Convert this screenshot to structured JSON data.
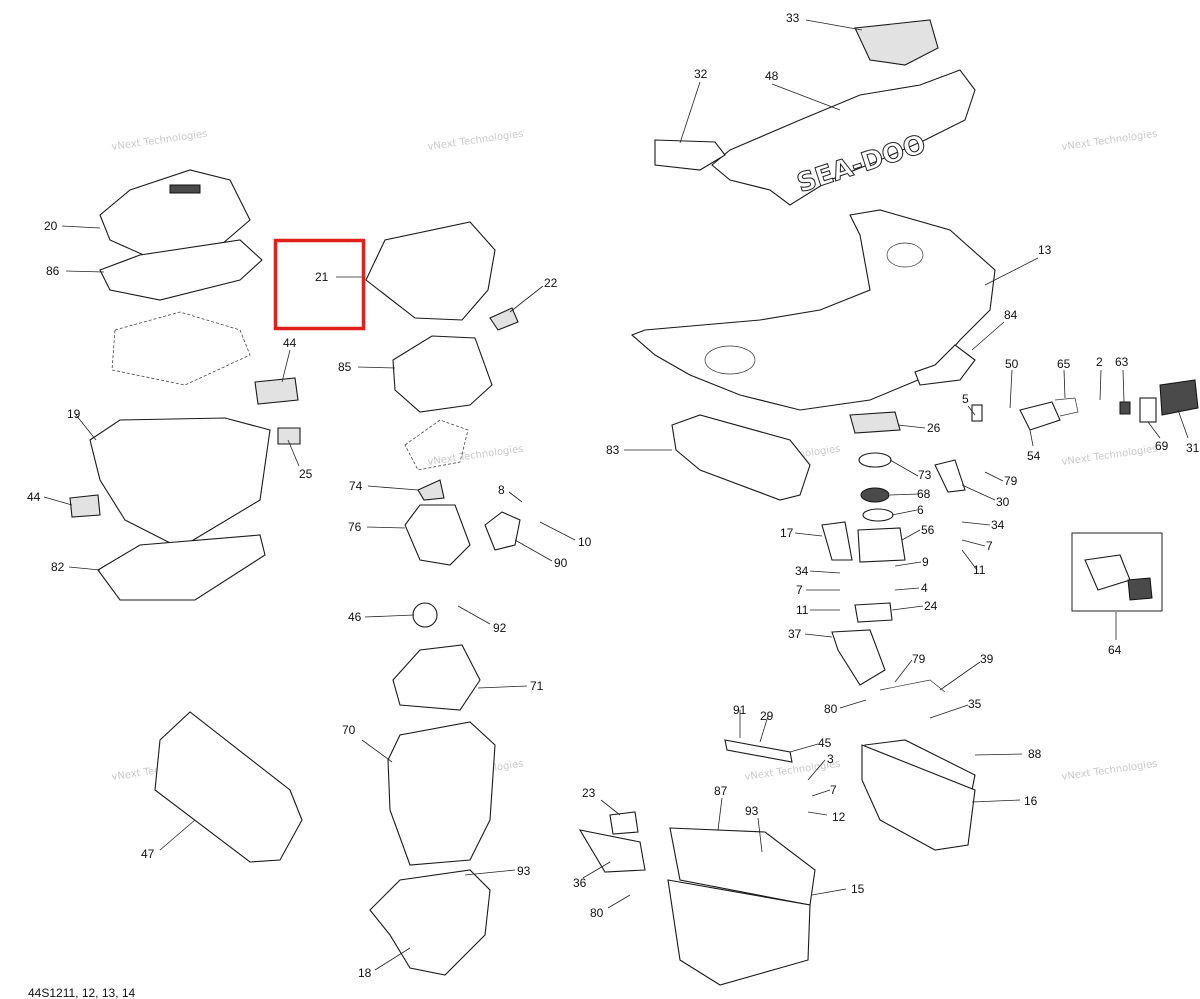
{
  "diagram": {
    "reference_code": "44S1211, 12, 13, 14",
    "watermark": {
      "line1": "vNext Technologies",
      "line2": "vNext\nTechnologies"
    },
    "callouts": [
      "33",
      "32",
      "48",
      "20",
      "86",
      "21",
      "22",
      "44",
      "85",
      "19",
      "25",
      "44",
      "82",
      "74",
      "8",
      "76",
      "10",
      "90",
      "46",
      "92",
      "71",
      "70",
      "47",
      "93",
      "18",
      "13",
      "84",
      "50",
      "65",
      "2",
      "63",
      "5",
      "31",
      "69",
      "54",
      "26",
      "83",
      "73",
      "79",
      "68",
      "30",
      "6",
      "34",
      "17",
      "56",
      "7",
      "9",
      "34",
      "11",
      "7",
      "4",
      "11",
      "24",
      "64",
      "37",
      "79",
      "39",
      "80",
      "91",
      "29",
      "35",
      "45",
      "88",
      "3",
      "7",
      "16",
      "23",
      "87",
      "93",
      "12",
      "36",
      "15",
      "80"
    ],
    "highlight_color": "#e0201b"
  }
}
